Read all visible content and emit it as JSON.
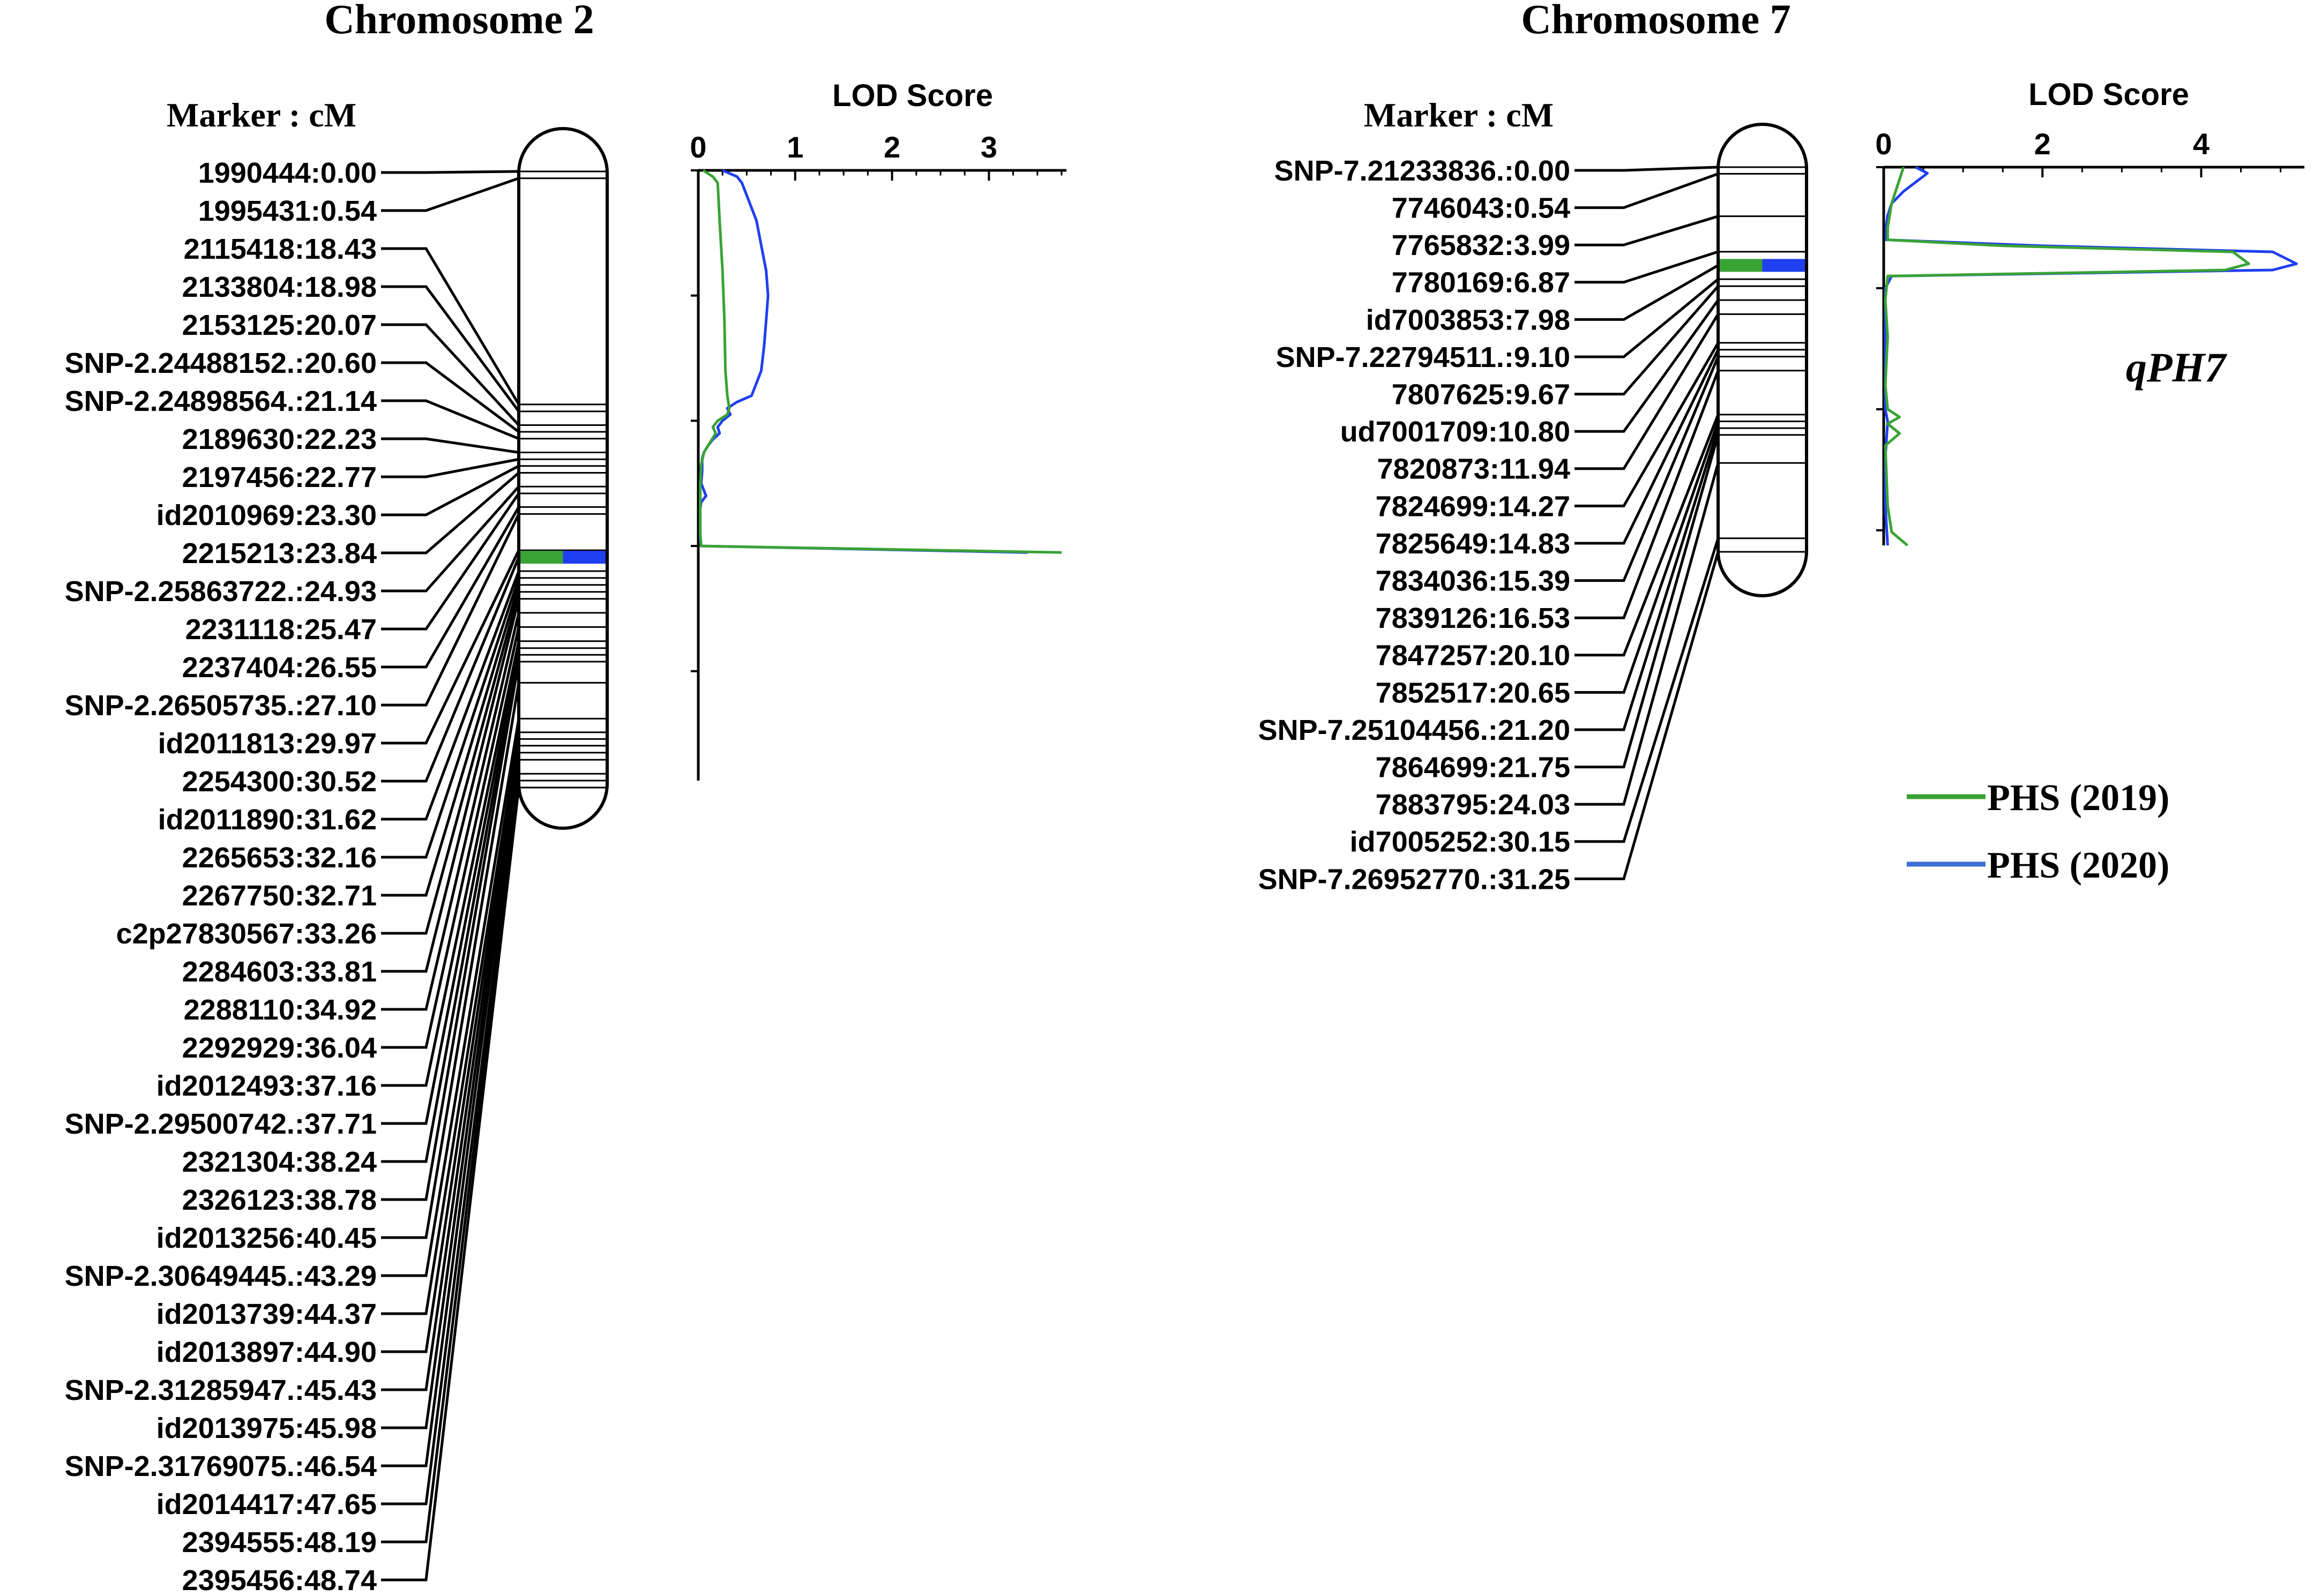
{
  "panels": [
    {
      "title": "Chromosome 2",
      "marker_header": "Marker : cM",
      "lod_title": "LOD Score",
      "lod_ticks": [
        "0",
        "1",
        "2",
        "3"
      ],
      "lod_max": 3.8,
      "lod_tick_values": [
        0,
        1,
        2,
        3
      ],
      "qtl_position_cm": 30.52,
      "markers": [
        {
          "label": "1990444:0.00",
          "cm": 0.0
        },
        {
          "label": "1995431:0.54",
          "cm": 0.54
        },
        {
          "label": "2115418:18.43",
          "cm": 18.43
        },
        {
          "label": "2133804:18.98",
          "cm": 18.98
        },
        {
          "label": "2153125:20.07",
          "cm": 20.07
        },
        {
          "label": "SNP-2.24488152.:20.60",
          "cm": 20.6
        },
        {
          "label": "SNP-2.24898564.:21.14",
          "cm": 21.14
        },
        {
          "label": "2189630:22.23",
          "cm": 22.23
        },
        {
          "label": "2197456:22.77",
          "cm": 22.77
        },
        {
          "label": "id2010969:23.30",
          "cm": 23.3
        },
        {
          "label": "2215213:23.84",
          "cm": 23.84
        },
        {
          "label": "SNP-2.25863722.:24.93",
          "cm": 24.93
        },
        {
          "label": "2231118:25.47",
          "cm": 25.47
        },
        {
          "label": "2237404:26.55",
          "cm": 26.55
        },
        {
          "label": "SNP-2.26505735.:27.10",
          "cm": 27.1
        },
        {
          "label": "id2011813:29.97",
          "cm": 29.97
        },
        {
          "label": "2254300:30.52",
          "cm": 30.52
        },
        {
          "label": "id2011890:31.62",
          "cm": 31.62
        },
        {
          "label": "2265653:32.16",
          "cm": 32.16
        },
        {
          "label": "2267750:32.71",
          "cm": 32.71
        },
        {
          "label": "c2p27830567:33.26",
          "cm": 33.26
        },
        {
          "label": "2284603:33.81",
          "cm": 33.81
        },
        {
          "label": "2288110:34.92",
          "cm": 34.92
        },
        {
          "label": "2292929:36.04",
          "cm": 36.04
        },
        {
          "label": "id2012493:37.16",
          "cm": 37.16
        },
        {
          "label": "SNP-2.29500742.:37.71",
          "cm": 37.71
        },
        {
          "label": "2321304:38.24",
          "cm": 38.24
        },
        {
          "label": "2326123:38.78",
          "cm": 38.78
        },
        {
          "label": "id2013256:40.45",
          "cm": 40.45
        },
        {
          "label": "SNP-2.30649445.:43.29",
          "cm": 43.29
        },
        {
          "label": "id2013739:44.37",
          "cm": 44.37
        },
        {
          "label": "id2013897:44.90",
          "cm": 44.9
        },
        {
          "label": "SNP-2.31285947.:45.43",
          "cm": 45.43
        },
        {
          "label": "id2013975:45.98",
          "cm": 45.98
        },
        {
          "label": "SNP-2.31769075.:46.54",
          "cm": 46.54
        },
        {
          "label": "id2014417:47.65",
          "cm": 47.65
        },
        {
          "label": "2394555:48.19",
          "cm": 48.19
        },
        {
          "label": "2395456:48.74",
          "cm": 48.74
        }
      ],
      "lod_2019": [
        [
          0,
          0.05
        ],
        [
          0.5,
          0.15
        ],
        [
          1,
          0.2
        ],
        [
          4,
          0.22
        ],
        [
          8,
          0.25
        ],
        [
          12,
          0.27
        ],
        [
          16,
          0.28
        ],
        [
          18,
          0.3
        ],
        [
          19,
          0.32
        ],
        [
          19.5,
          0.3
        ],
        [
          20,
          0.2
        ],
        [
          20.5,
          0.15
        ],
        [
          21,
          0.18
        ],
        [
          21.5,
          0.14
        ],
        [
          22.5,
          0.06
        ],
        [
          23.5,
          0.03
        ],
        [
          25,
          0.02
        ],
        [
          27,
          0.02
        ],
        [
          29,
          0.02
        ],
        [
          30,
          0.03
        ],
        [
          30.52,
          3.75
        ]
      ],
      "lod_2020": [
        [
          0,
          0.25
        ],
        [
          0.5,
          0.4
        ],
        [
          1,
          0.45
        ],
        [
          2,
          0.5
        ],
        [
          4,
          0.6
        ],
        [
          6,
          0.65
        ],
        [
          8,
          0.7
        ],
        [
          10,
          0.72
        ],
        [
          12,
          0.7
        ],
        [
          14,
          0.68
        ],
        [
          16,
          0.65
        ],
        [
          17,
          0.6
        ],
        [
          18,
          0.55
        ],
        [
          18.5,
          0.4
        ],
        [
          19,
          0.3
        ],
        [
          19.5,
          0.33
        ],
        [
          20,
          0.25
        ],
        [
          20.5,
          0.2
        ],
        [
          21,
          0.22
        ],
        [
          21.5,
          0.15
        ],
        [
          22,
          0.1
        ],
        [
          22.5,
          0.06
        ],
        [
          23,
          0.04
        ],
        [
          24,
          0.04
        ],
        [
          25,
          0.03
        ],
        [
          26,
          0.08
        ],
        [
          26.5,
          0.03
        ],
        [
          27,
          0.02
        ],
        [
          28,
          0.02
        ],
        [
          29.5,
          0.02
        ],
        [
          30,
          0.03
        ],
        [
          30.52,
          3.4
        ]
      ]
    },
    {
      "title": "Chromosome 7",
      "marker_header": "Marker : cM",
      "lod_title": "LOD Score",
      "lod_ticks": [
        "0",
        "2",
        "4"
      ],
      "lod_max": 5.3,
      "lod_tick_values": [
        0,
        2,
        4
      ],
      "qtl_position_cm": 7.98,
      "qtl_label": "qPH7",
      "markers": [
        {
          "label": "SNP-7.21233836.:0.00",
          "cm": 0.0
        },
        {
          "label": "7746043:0.54",
          "cm": 0.54
        },
        {
          "label": "7765832:3.99",
          "cm": 3.99
        },
        {
          "label": "7780169:6.87",
          "cm": 6.87
        },
        {
          "label": "id7003853:7.98",
          "cm": 7.98
        },
        {
          "label": "SNP-7.22794511.:9.10",
          "cm": 9.1
        },
        {
          "label": "7807625:9.67",
          "cm": 9.67
        },
        {
          "label": "ud7001709:10.80",
          "cm": 10.8
        },
        {
          "label": "7820873:11.94",
          "cm": 11.94
        },
        {
          "label": "7824699:14.27",
          "cm": 14.27
        },
        {
          "label": "7825649:14.83",
          "cm": 14.83
        },
        {
          "label": "7834036:15.39",
          "cm": 15.39
        },
        {
          "label": "7839126:16.53",
          "cm": 16.53
        },
        {
          "label": "7847257:20.10",
          "cm": 20.1
        },
        {
          "label": "7852517:20.65",
          "cm": 20.65
        },
        {
          "label": "SNP-7.25104456.:21.20",
          "cm": 21.2
        },
        {
          "label": "7864699:21.75",
          "cm": 21.75
        },
        {
          "label": "7883795:24.03",
          "cm": 24.03
        },
        {
          "label": "id7005252:30.15",
          "cm": 30.15
        },
        {
          "label": "SNP-7.26952770.:31.25",
          "cm": 31.25
        }
      ],
      "lod_2019": [
        [
          0,
          0.25
        ],
        [
          1,
          0.2
        ],
        [
          3,
          0.1
        ],
        [
          5,
          0.05
        ],
        [
          6,
          0.05
        ],
        [
          6.5,
          1.5
        ],
        [
          7,
          4.4
        ],
        [
          7.98,
          4.6
        ],
        [
          8.5,
          4.3
        ],
        [
          9,
          0.05
        ],
        [
          11,
          0.02
        ],
        [
          14,
          0.05
        ],
        [
          18,
          0.02
        ],
        [
          20,
          0.05
        ],
        [
          20.65,
          0.2
        ],
        [
          21.2,
          0.05
        ],
        [
          22,
          0.2
        ],
        [
          23,
          0.02
        ],
        [
          28,
          0.05
        ],
        [
          30.15,
          0.1
        ],
        [
          31.25,
          0.3
        ]
      ],
      "lod_2020": [
        [
          0,
          0.4
        ],
        [
          0.5,
          0.55
        ],
        [
          1,
          0.45
        ],
        [
          2,
          0.25
        ],
        [
          3,
          0.1
        ],
        [
          4,
          0.05
        ],
        [
          5,
          0.03
        ],
        [
          6,
          0.03
        ],
        [
          6.5,
          2.0
        ],
        [
          7,
          4.9
        ],
        [
          7.98,
          5.2
        ],
        [
          8.5,
          4.9
        ],
        [
          9,
          0.1
        ],
        [
          10,
          0.02
        ],
        [
          14,
          0.02
        ],
        [
          18,
          0.02
        ],
        [
          20,
          0.02
        ],
        [
          21,
          0.05
        ],
        [
          24,
          0.02
        ],
        [
          28,
          0.02
        ],
        [
          31.25,
          0.05
        ]
      ]
    }
  ],
  "legend": [
    {
      "label": "PHS (2019)",
      "color": "#3aa335"
    },
    {
      "label": "PHS (2020)",
      "color": "#3c6fd8"
    }
  ],
  "colors": {
    "line_2019": "#3aa335",
    "line_2020": "#1f3ff0",
    "legend_2020": "#3c6fd8",
    "ink": "#000000"
  }
}
